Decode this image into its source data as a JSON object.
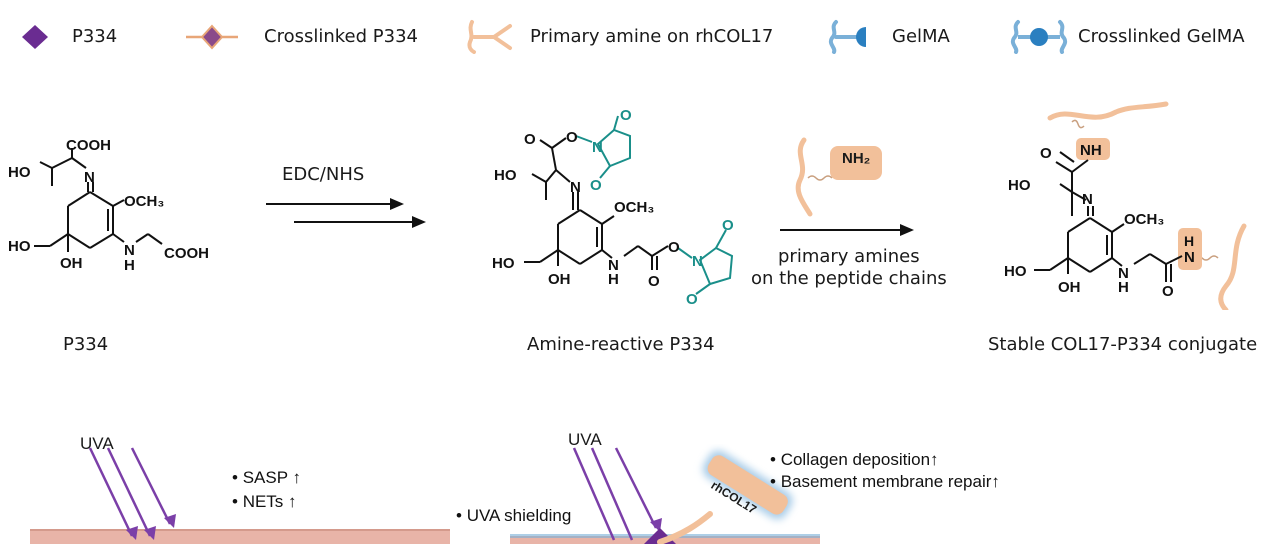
{
  "legend": {
    "items": [
      {
        "label": "P334",
        "icon": "diamond-icon"
      },
      {
        "label": "Crosslinked P334",
        "icon": "crosslinked-diamond-icon"
      },
      {
        "label": "Primary amine on rhCOL17",
        "icon": "peptide-chain-icon"
      },
      {
        "label": "GelMA",
        "icon": "gelma-icon"
      },
      {
        "label": "Crosslinked GelMA",
        "icon": "crosslinked-gelma-icon"
      }
    ]
  },
  "reaction": {
    "reagent": "EDC/NHS",
    "amine_condition_line1": "primary amines",
    "amine_condition_line2": "on the peptide chains",
    "nh2_label": "NH₂",
    "compounds": [
      {
        "caption": "P334"
      },
      {
        "caption": "Amine-reactive P334"
      },
      {
        "caption": "Stable COL17-P334 conjugate"
      }
    ],
    "atoms": {
      "cooh": "COOH",
      "ho": "HO",
      "n": "N",
      "och3": "OCH₃",
      "oh": "OH",
      "h": "H",
      "o": "O",
      "nh": "NH"
    }
  },
  "bottom": {
    "left": {
      "uva": "UVA",
      "effects": [
        "SASP ↑",
        "NETs ↑"
      ]
    },
    "right": {
      "uva": "UVA",
      "shielding": "UVA shielding",
      "effects": [
        "Collagen deposition↑",
        "Basement membrane repair↑"
      ],
      "protein_label": "rhCOL17"
    }
  },
  "colors": {
    "purple": "#6a2c91",
    "peach": "#f2c09a",
    "peach_dark": "#e8a678",
    "teal": "#1a8f8a",
    "gelma_blue": "#7ab0d8",
    "gelma_dot": "#2a7fc0",
    "skin": "#e8b4a8"
  }
}
